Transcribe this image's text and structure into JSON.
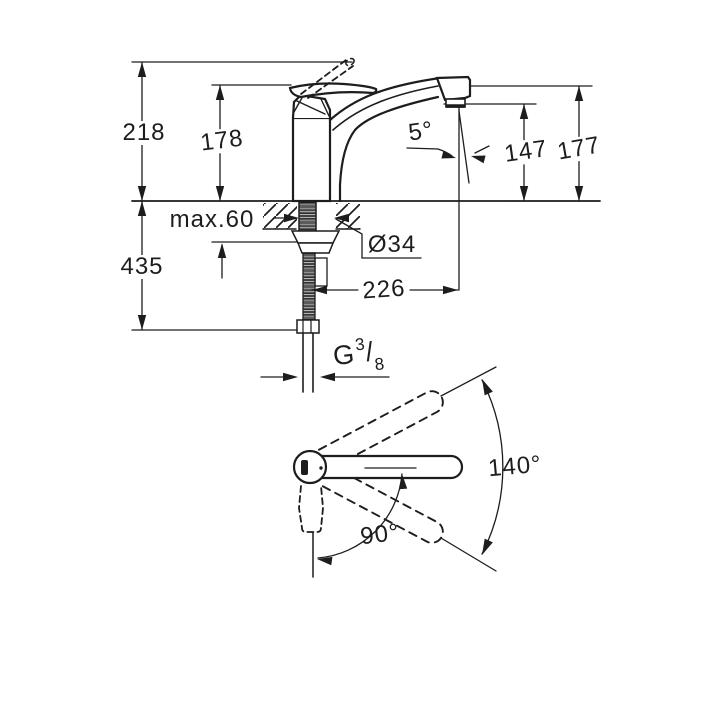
{
  "document": {
    "type": "faucet-installation-drawing",
    "background_color": "#ffffff",
    "line_color": "#1d1d1d"
  },
  "side_view": {
    "dims": {
      "height_above_counter": "218",
      "handle_height": "178",
      "depth_below_counter": "435",
      "max_counter_thickness": "max.60",
      "hole_diameter": "Ø34",
      "outlet_height": "147",
      "total_height": "177",
      "outlet_angle": "5°",
      "spout_projection": "226",
      "thread_g": "G",
      "thread_numerator": "3",
      "thread_slash": "/",
      "thread_denominator": "8"
    }
  },
  "top_view": {
    "dims": {
      "spout_swivel_range": "140°",
      "handle_swivel_range": "90°"
    }
  }
}
